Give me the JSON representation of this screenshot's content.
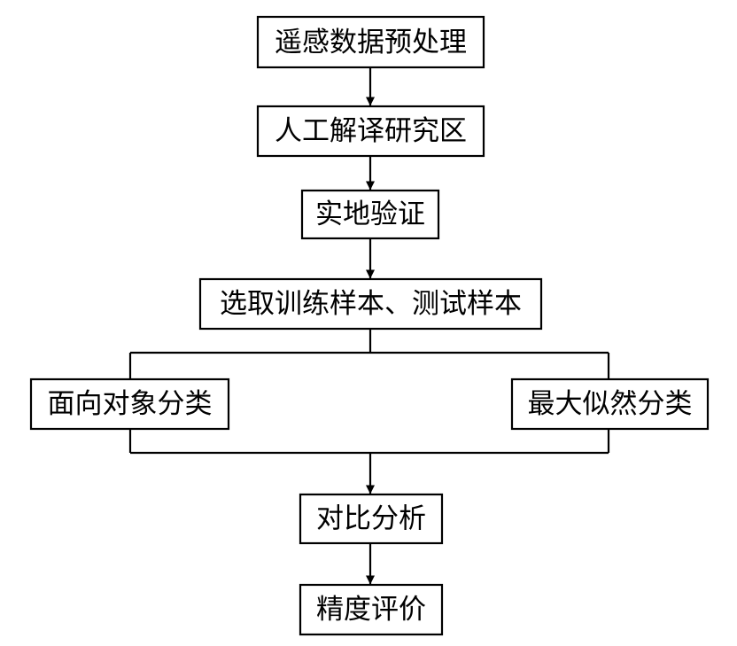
{
  "diagram": {
    "type": "flowchart",
    "nodes": [
      {
        "id": "preprocess",
        "label": "遥感数据预处理"
      },
      {
        "id": "interpret",
        "label": "人工解译研究区"
      },
      {
        "id": "field",
        "label": "实地验证"
      },
      {
        "id": "samples",
        "label": "选取训练样本、测试样本"
      },
      {
        "id": "object",
        "label": "面向对象分类"
      },
      {
        "id": "maxlike",
        "label": "最大似然分类"
      },
      {
        "id": "compare",
        "label": "对比分析"
      },
      {
        "id": "accuracy",
        "label": "精度评价"
      }
    ],
    "edges": [
      {
        "from": "preprocess",
        "to": "interpret"
      },
      {
        "from": "interpret",
        "to": "field"
      },
      {
        "from": "field",
        "to": "samples"
      },
      {
        "from": "samples",
        "to": "object"
      },
      {
        "from": "samples",
        "to": "maxlike"
      },
      {
        "from": "object",
        "to": "compare"
      },
      {
        "from": "maxlike",
        "to": "compare"
      },
      {
        "from": "compare",
        "to": "accuracy"
      }
    ]
  }
}
